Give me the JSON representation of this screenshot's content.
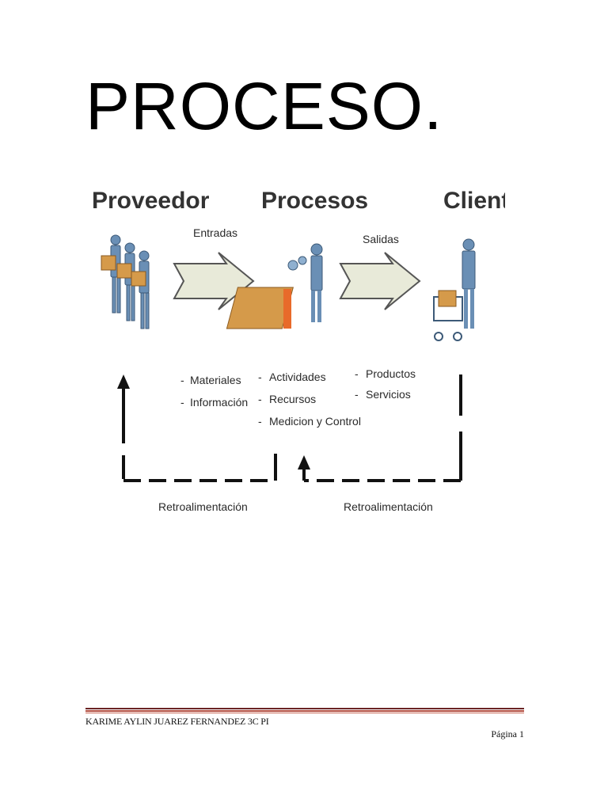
{
  "title": "PROCESO.",
  "diagram": {
    "headers": {
      "supplier": "Proveedor",
      "process": "Procesos",
      "client": "Cliente"
    },
    "flows": {
      "inputs": "Entradas",
      "outputs": "Salidas"
    },
    "input_items": [
      "Materiales",
      "Información"
    ],
    "process_items": [
      "Actividades",
      "Recursos",
      "Medicion y Control"
    ],
    "output_items": [
      "Productos",
      "Servicios"
    ],
    "feedback": {
      "left": "Retroalimentación",
      "right": "Retroalimentación"
    },
    "colors": {
      "arrow_fill": "#e8ead9",
      "arrow_stroke": "#555555",
      "figure": "#6a8fb5",
      "box": "#d59a4a"
    }
  },
  "footer": {
    "author": "KARIME AYLIN JUAREZ FERNANDEZ 3C PI",
    "page": "Página 1"
  }
}
